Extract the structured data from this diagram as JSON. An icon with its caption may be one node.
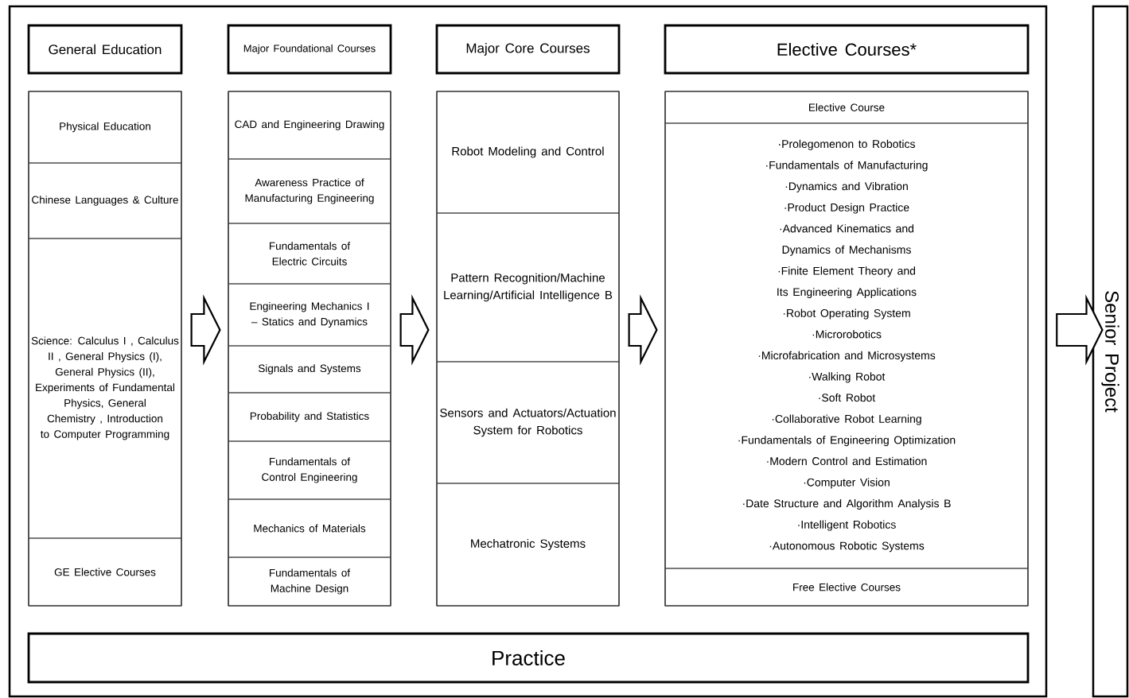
{
  "diagram": {
    "nodes": [
      {
        "text": [],
        "shape": "box"
      },
      {
        "text": [
          "General Education"
        ],
        "in": 0
      },
      {
        "text": [],
        "shape": "box",
        "in": 0
      },
      {
        "text": [
          "Physical Education"
        ],
        "in": 2
      },
      {
        "text": [
          "Chinese Languages & Culture"
        ],
        "in": 2
      },
      {
        "text": [
          "Science: Calculus I , Calculus II , General Physics (I), General Physics (II), Experiments of Fundamental Physics, General Chemistry , Introduction to Computer Programming"
        ],
        "in": 2
      },
      {
        "text": [
          "GE Elective Courses"
        ],
        "in": 2
      },
      {
        "text": [
          "Major Foundational Courses"
        ],
        "in": 0
      },
      {
        "text": [],
        "shape": "box",
        "in": 0
      },
      {
        "text": [
          "CAD and Engineering Drawing"
        ],
        "in": 8
      },
      {
        "text": [
          "Awareness Practice of Manufacturing Engineering"
        ],
        "in": 8
      },
      {
        "text": [
          "Fundamentals of Electric Circuits"
        ],
        "in": 8
      },
      {
        "text": [
          "Engineering Mechanics I – Statics and Dynamics"
        ],
        "in": 8
      },
      {
        "text": [
          "Signals and Systems"
        ],
        "in": 8
      },
      {
        "text": [
          "Probability and Statistics"
        ],
        "in": 8
      },
      {
        "text": [
          "Fundamentals of Control Engineering"
        ],
        "in": 8
      },
      {
        "text": [
          "Mechanics of Materials"
        ],
        "in": 8
      },
      {
        "text": [
          "Fundamentals of Machine Design"
        ],
        "in": 8
      },
      {
        "text": [
          "Major Core Courses"
        ],
        "in": 0
      },
      {
        "text": [],
        "shape": "box",
        "in": 0
      },
      {
        "text": [
          "Robot Modeling and Control"
        ],
        "in": 19
      },
      {
        "text": [
          "Pattern Recognition/Machine Learning/Artificial Intelligence B"
        ],
        "in": 19
      },
      {
        "text": [
          "Sensors and Actuators/Actuation System for Robotics"
        ],
        "in": 19
      },
      {
        "text": [
          "Mechatronic Systems"
        ],
        "in": 19
      },
      {
        "text": [
          "Elective Courses*"
        ],
        "in": 0
      },
      {
        "text": [],
        "shape": "box",
        "in": 0
      },
      {
        "text": [
          "Elective Course"
        ],
        "in": 25
      },
      {
        "text": [
          "·Prolegomenon to Robotics",
          "·Fundamentals of Manufacturing",
          "·Dynamics and Vibration",
          "·Product Design Practice",
          "·Advanced Kinematics and Dynamics of Mechanisms",
          "·Finite Element Theory and Its Engineering Applications",
          "·Robot Operating System",
          "·Microrobotics",
          "·Microfabrication and Microsystems",
          "·Walking Robot",
          "·Soft Robot",
          "·Collaborative Robot Learning",
          "·Fundamentals of Engineering Optimization",
          "·Modern Control and Estimation",
          "·Computer Vision",
          "·Date Structure and Algorithm Analysis B",
          "·Intelligent Robotics",
          "·Autonomous Robotic Systems"
        ],
        "in": 25
      },
      {
        "text": [
          "Free Elective Courses"
        ],
        "in": 25
      },
      {
        "text": [
          "Practice"
        ],
        "in": 0
      },
      {
        "text": [
          "Senior Project"
        ]
      }
    ],
    "edges": [
      {
        "from": 2,
        "to": 8,
        "arrow": "to"
      },
      {
        "from": 8,
        "to": 19,
        "arrow": "to"
      },
      {
        "from": 19,
        "to": 25,
        "arrow": "to"
      },
      {
        "from": 0,
        "to": 30,
        "arrow": "to"
      }
    ]
  }
}
